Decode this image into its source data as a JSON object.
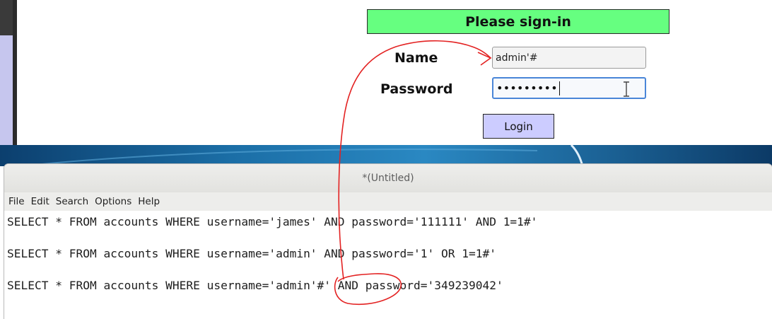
{
  "signin": {
    "header": "Please sign-in",
    "name_label": "Name",
    "password_label": "Password",
    "name_value": "admin'#",
    "password_value": "•••••••••",
    "login_label": "Login",
    "colors": {
      "header_bg": "#66ff80",
      "button_bg": "#ccccff",
      "focus_border": "#4a86d8"
    }
  },
  "editor": {
    "title": "*(Untitled)",
    "menu": [
      "File",
      "Edit",
      "Search",
      "Options",
      "Help"
    ],
    "lines": [
      "SELECT * FROM accounts WHERE username='james' AND password='111111' AND 1=1#'",
      "SELECT * FROM accounts WHERE username='admin' AND password='1' OR 1=1#'",
      "SELECT * FROM accounts WHERE username='admin'#' AND password='349239042'"
    ]
  },
  "annotation": {
    "color": "#e32222",
    "icon": "red-arrow-icon"
  }
}
